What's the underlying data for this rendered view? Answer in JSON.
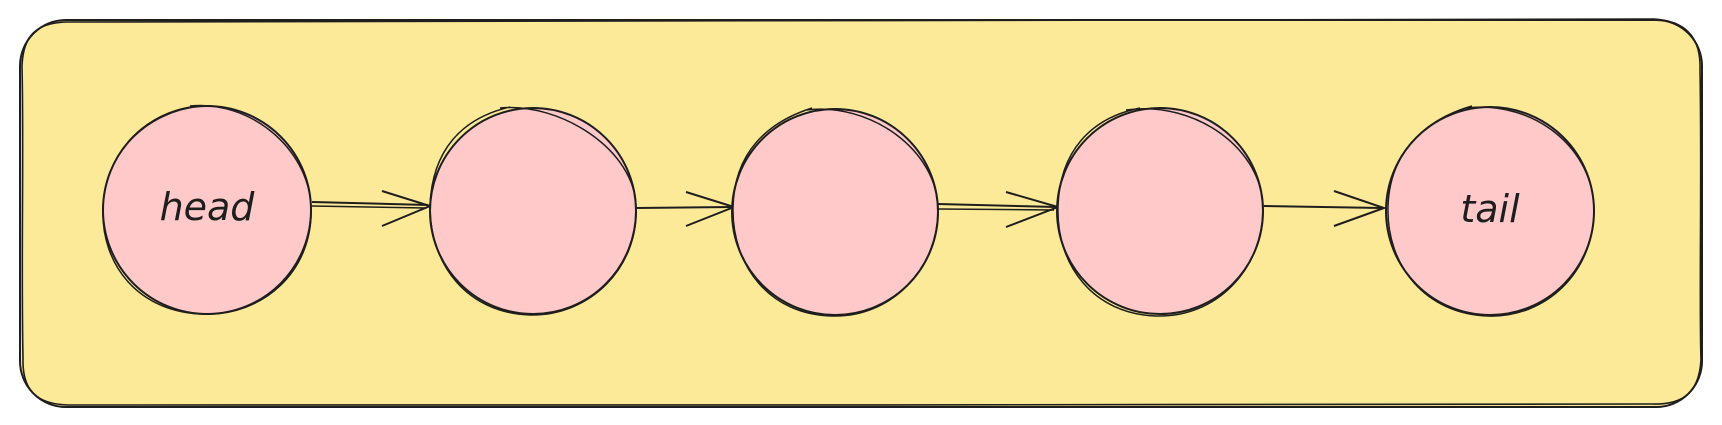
{
  "diagram": {
    "type": "linked-list",
    "colors": {
      "container_fill": "#fdea99",
      "node_fill": "#ffc9c9",
      "stroke": "#1e1e1e"
    },
    "nodes": [
      {
        "label": "head"
      },
      {
        "label": ""
      },
      {
        "label": ""
      },
      {
        "label": ""
      },
      {
        "label": "tail"
      }
    ],
    "edges": [
      {
        "from": 0,
        "to": 1
      },
      {
        "from": 1,
        "to": 2
      },
      {
        "from": 2,
        "to": 3
      },
      {
        "from": 3,
        "to": 4
      }
    ]
  }
}
